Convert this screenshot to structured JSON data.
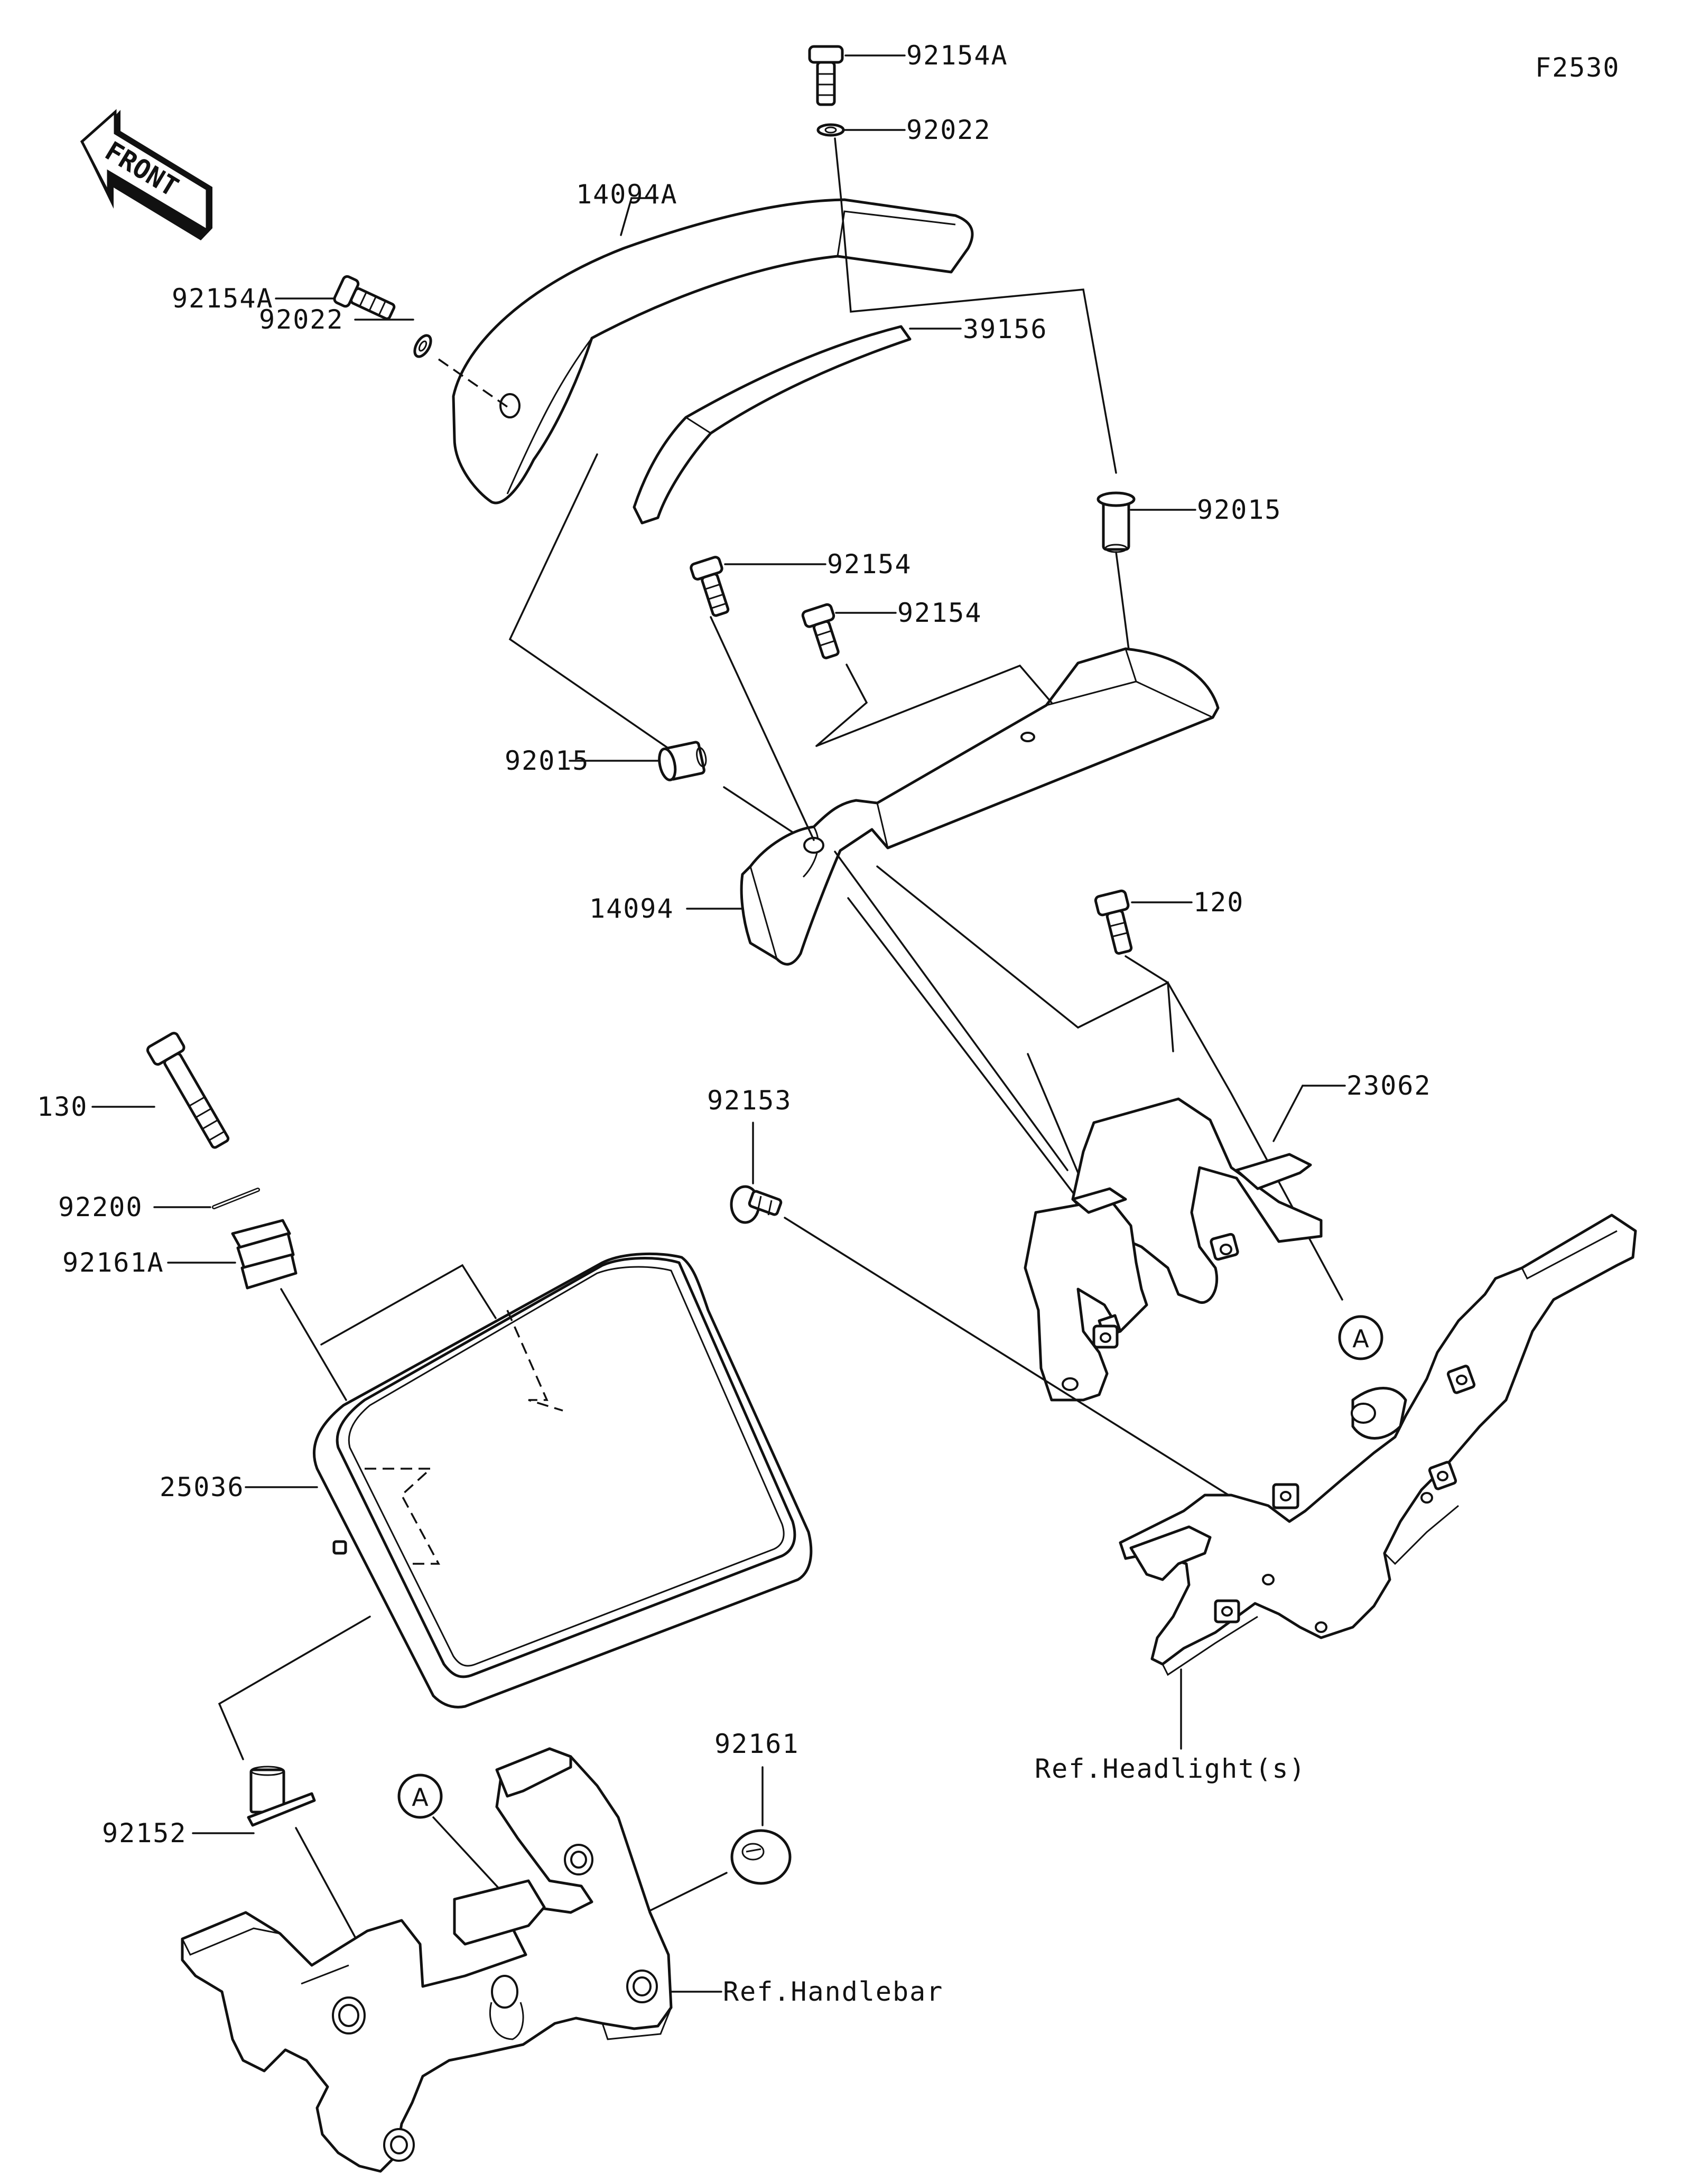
{
  "figure_code": "F2530",
  "front_arrow": {
    "text": "FRONT",
    "icon": "front-arrow-icon"
  },
  "callouts": {
    "bolt_92154A_top": "92154A",
    "washer_92022_top": "92022",
    "cover_14094A": "14094A",
    "bolt_92154A_left": "92154A",
    "washer_92022_left": "92022",
    "trim_39156": "39156",
    "collar_92015_right": "92015",
    "bolt_92154_a": "92154",
    "bolt_92154_b": "92154",
    "collar_92015_left": "92015",
    "cover_14094": "14094",
    "bolt_120": "120",
    "bracket_23062": "23062",
    "screw_92153": "92153",
    "bolt_130": "130",
    "washer_92200": "92200",
    "damper_92161A": "92161A",
    "meter_25036": "25036",
    "collar_92152": "92152",
    "damper_92161": "92161",
    "ref_headlight": "Ref.Headlight(s)",
    "ref_handlebar": "Ref.Handlebar",
    "marker_a_right": "A",
    "marker_a_left": "A"
  }
}
